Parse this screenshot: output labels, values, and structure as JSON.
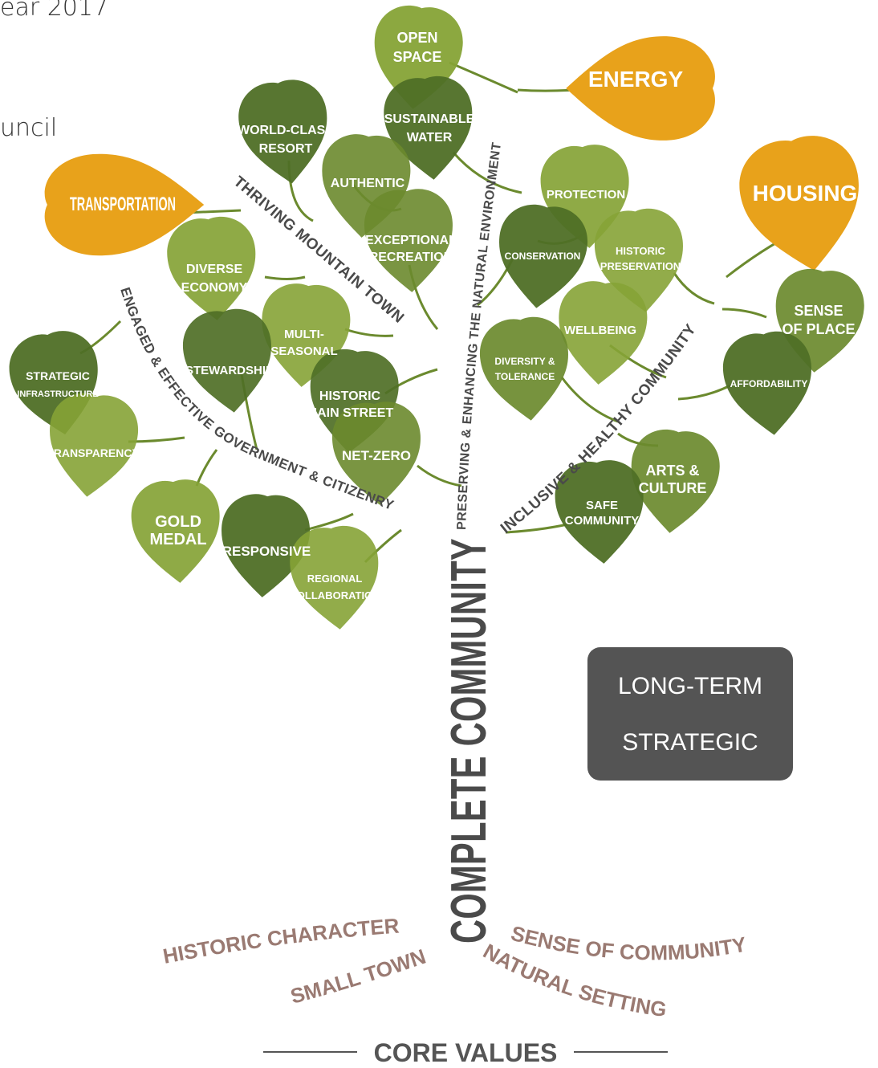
{
  "fragments": {
    "top_left": "ear 2017",
    "mid_left": "uncil"
  },
  "trunk_label": "COMPLETE COMMUNITY",
  "branches": {
    "thriving": "THRIVING MOUNTAIN TOWN",
    "engaged": "ENGAGED & EFFECTIVE GOVERNMENT & CITIZENRY",
    "preserving": "PRESERVING & ENHANCING THE NATURAL ENVIRONMENT",
    "inclusive": "INCLUSIVE & HEALTHY COMMUNITY"
  },
  "priorities": {
    "energy": "ENERGY",
    "transportation": "TRANSPORTATION",
    "housing": "HOUSING"
  },
  "leaves": {
    "open_space": [
      "OPEN",
      "SPACE"
    ],
    "sustainable_water": [
      "SUSTAINABLE",
      "WATER"
    ],
    "world_class_resort": [
      "WORLD-CLASS",
      "RESORT"
    ],
    "authentic": [
      "AUTHENTIC"
    ],
    "exceptional_recreation": [
      "EXCEPTIONAL",
      "RECREATION"
    ],
    "protection": [
      "PROTECTION"
    ],
    "conservation": [
      "CONSERVATION"
    ],
    "historic_preservation": [
      "HISTORIC",
      "PRESERVATION"
    ],
    "diverse_economy": [
      "DIVERSE",
      "ECONOMY"
    ],
    "multi_seasonal": [
      "MULTI-",
      "SEASONAL"
    ],
    "stewardship": [
      "STEWARDSHIP"
    ],
    "historic_main_street": [
      "HISTORIC",
      "MAIN STREET"
    ],
    "net_zero": [
      "NET-ZERO"
    ],
    "strategic_infrastructure": [
      "STRATEGIC",
      "INFRASTRUCTURE"
    ],
    "transparency": [
      "TRANSPARENCY"
    ],
    "gold_medal": [
      "GOLD",
      "MEDAL"
    ],
    "responsive": [
      "RESPONSIVE"
    ],
    "regional_collaboration": [
      "REGIONAL",
      "COLLABORATION"
    ],
    "wellbeing": [
      "WELLBEING"
    ],
    "diversity_tolerance": [
      "DIVERSITY &",
      "TOLERANCE"
    ],
    "sense_of_place": [
      "SENSE",
      "OF PLACE"
    ],
    "affordability": [
      "AFFORDABILITY"
    ],
    "arts_culture": [
      "ARTS &",
      "CULTURE"
    ],
    "safe_community": [
      "SAFE",
      "COMMUNITY"
    ]
  },
  "core_values": {
    "historic_character": "HISTORIC CHARACTER",
    "small_town": "SMALL TOWN",
    "sense_of_community": "SENSE OF COMMUNITY",
    "natural_setting": "NATURAL SETTING",
    "heading": "CORE VALUES"
  },
  "callout": {
    "line1": "LONG-TERM",
    "line2": "STRATEGIC"
  },
  "colors": {
    "leaf_dark": "#4f6f26",
    "leaf_mid": "#6b8a2e",
    "leaf_light": "#86a336",
    "priority": "#e8a21b",
    "trunk": "#4a4a4a",
    "value": "#9a7a72"
  }
}
